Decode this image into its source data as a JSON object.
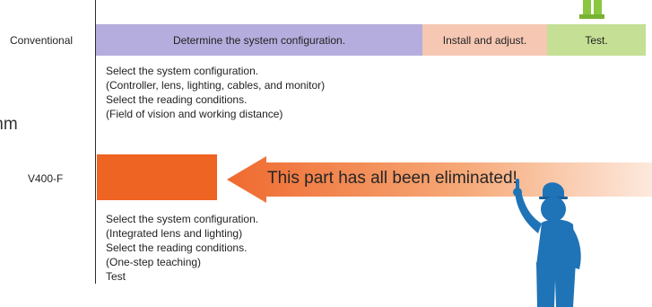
{
  "side_text": "mm",
  "rows": {
    "conventional_label": "Conventional",
    "v400_label": "V400-F"
  },
  "conventional_bars": {
    "config": "Determine the system configuration.",
    "install": "Install and adjust.",
    "test": "Test."
  },
  "conventional_steps": [
    "Select the system configuration.",
    "(Controller, lens, lighting, cables, and monitor)",
    "Select the reading conditions.",
    "(Field of vision and working distance)"
  ],
  "callout": "This part has all been eliminated!",
  "v400_steps": [
    "Select the system configuration.",
    "(Integrated lens and lighting)",
    "Select the reading conditions.",
    "(One-step teaching)",
    "Test"
  ],
  "colors": {
    "bar_config": "#b5addd",
    "bar_install": "#f6c8b4",
    "bar_test": "#c5df95",
    "orange": "#ee6422",
    "figure_blue": "#1f73b7"
  }
}
